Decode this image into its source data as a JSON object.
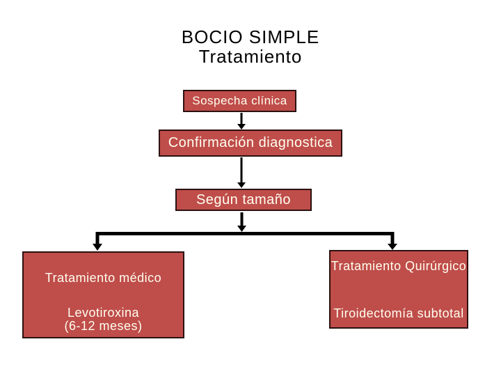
{
  "title": {
    "line1": "BOCIO SIMPLE",
    "line2": "Tratamiento"
  },
  "flow": {
    "sospecha": {
      "label": "Sospecha clínica"
    },
    "confirmacion": {
      "label": "Confirmación diagnostica"
    },
    "segun": {
      "label": "Según tamaño"
    },
    "medico": {
      "title": "Tratamiento médico",
      "drug": "Levotiroxina",
      "duration": "(6-12 meses)"
    },
    "quirurgico": {
      "title": "Tratamiento Quirúrgico",
      "procedure": "Tiroidectomía subtotal"
    }
  },
  "colors": {
    "background": "#FFFFFF",
    "title_text": "#000000",
    "node_fill": "#BF4D4A",
    "node_border": "#2B1110",
    "node_text": "#FFFFF0",
    "arrow": "#000000"
  }
}
